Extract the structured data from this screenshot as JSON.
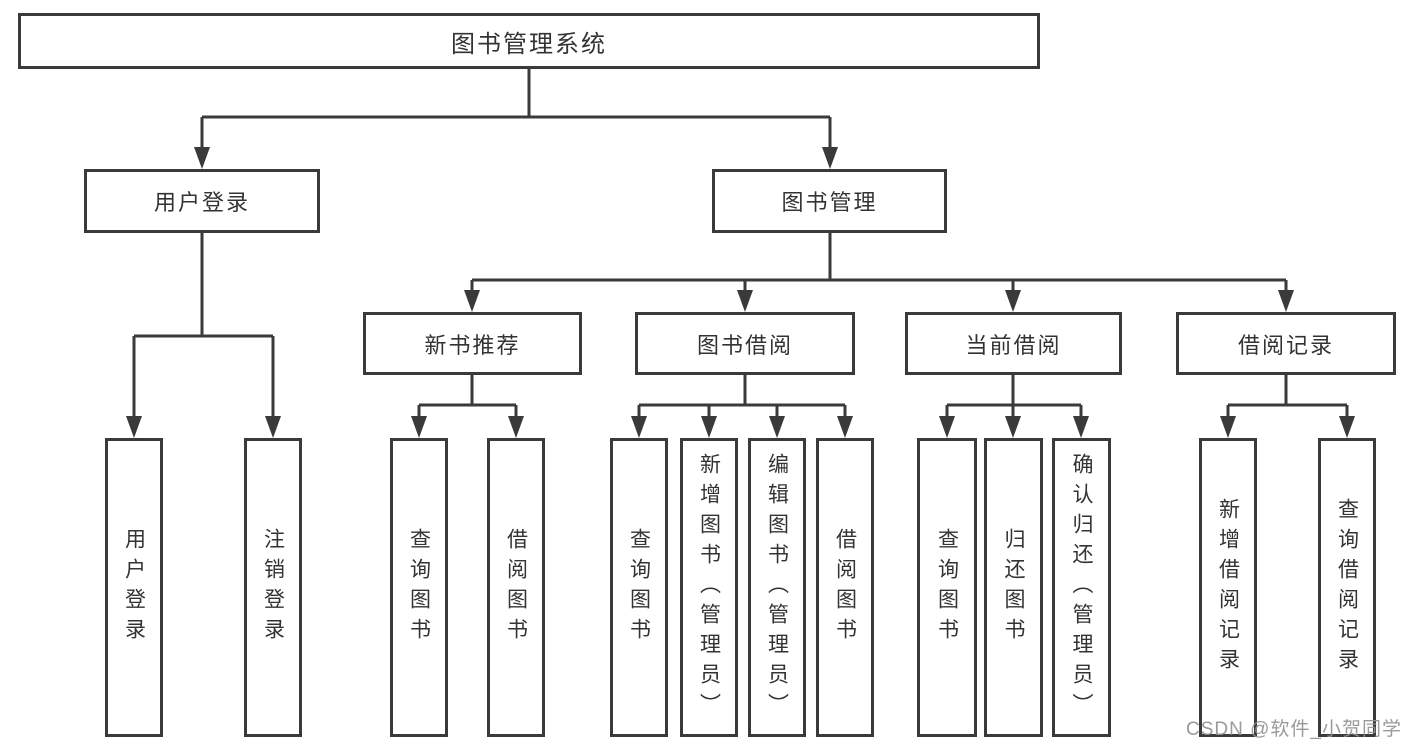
{
  "diagram": {
    "type": "hierarchy-tree",
    "title": "图书管理系统",
    "nodes": {
      "root": "图书管理系统",
      "l2_user_login": "用户登录",
      "l2_book_mgmt": "图书管理",
      "l3_new_books": "新书推荐",
      "l3_book_borrow": "图书借阅",
      "l3_current_borrow": "当前借阅",
      "l3_borrow_records": "借阅记录",
      "leaf_user_login": "用户登录",
      "leaf_logout": "注销登录",
      "leaf_nb_query": "查询图书",
      "leaf_nb_borrow": "借阅图书",
      "leaf_bb_query": "查询图书",
      "leaf_bb_add": "新增图书（管理员）",
      "leaf_bb_edit": "编辑图书（管理员）",
      "leaf_bb_borrow": "借阅图书",
      "leaf_cb_query": "查询图书",
      "leaf_cb_return": "归还图书",
      "leaf_cb_confirm": "确认归还（管理员）",
      "leaf_br_add": "新增借阅记录",
      "leaf_br_query": "查询借阅记录"
    },
    "hierarchy": {
      "图书管理系统": {
        "用户登录": [
          "用户登录",
          "注销登录"
        ],
        "图书管理": {
          "新书推荐": [
            "查询图书",
            "借阅图书"
          ],
          "图书借阅": [
            "查询图书",
            "新增图书（管理员）",
            "编辑图书（管理员）",
            "借阅图书"
          ],
          "当前借阅": [
            "查询图书",
            "归还图书",
            "确认归还（管理员）"
          ],
          "借阅记录": [
            "新增借阅记录",
            "查询借阅记录"
          ]
        }
      }
    },
    "colors": {
      "line": "#3a3a3a",
      "box_border": "#3a3a3a",
      "text": "#333333",
      "background": "#ffffff",
      "watermark": "#919191"
    }
  },
  "watermark": "CSDN @软件_小贺同学"
}
